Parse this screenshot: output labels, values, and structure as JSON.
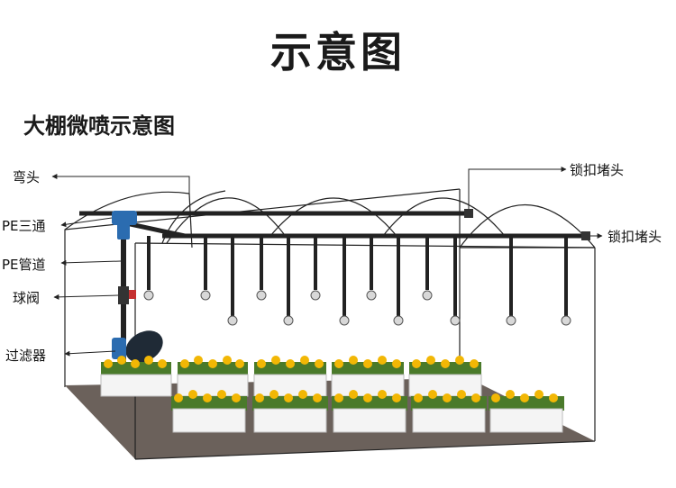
{
  "title": "示意图",
  "subtitle": "大棚微喷示意图",
  "labels": {
    "elbow": "弯头",
    "pe_tee": "PE三通",
    "pe_pipe": "PE管道",
    "ball_valve": "球阀",
    "filter": "过滤器",
    "lock_plug_top": "锁扣堵头",
    "lock_plug_right": "锁扣堵头"
  },
  "colors": {
    "pipe": "#222222",
    "fitting_blue": "#2b6cb0",
    "valve_red": "#c53030",
    "flower": "#f2b705",
    "leaf": "#4a7a2a",
    "planter": "#f4f4f4",
    "ground": "#6b615b"
  }
}
